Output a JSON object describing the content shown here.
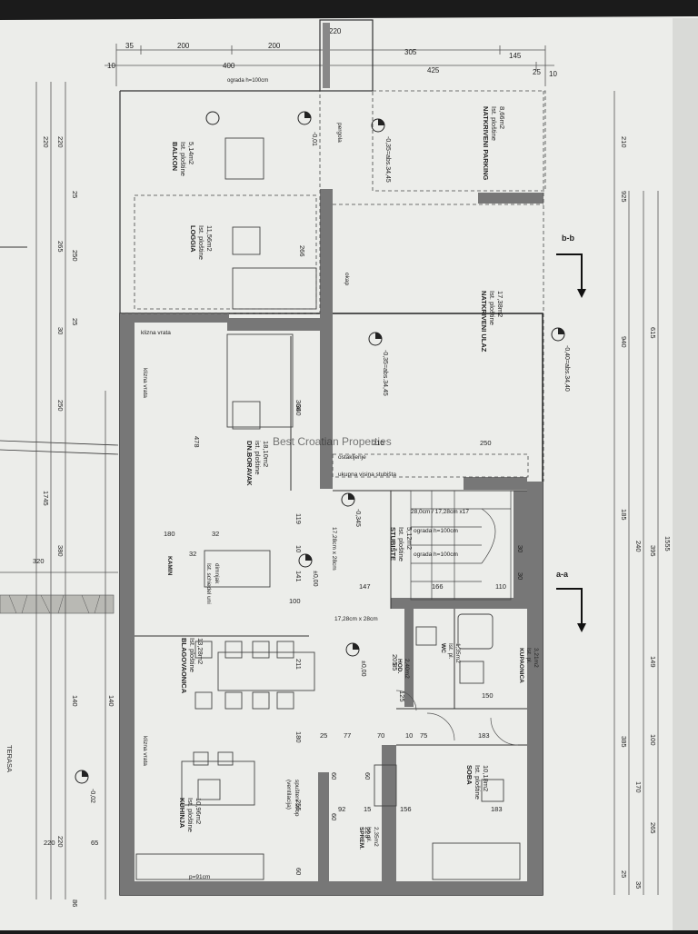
{
  "rooms": {
    "balkon": {
      "name": "BALKON",
      "sub": "Ist. ploštine",
      "area": "5,14m2"
    },
    "loggia": {
      "name": "LOGGIA",
      "sub": "Ist. ploštine",
      "area": "11,56m2"
    },
    "dnevni": {
      "name": "DN.BORAVAK",
      "sub": "ist. ploštine",
      "area": "18,10m2"
    },
    "terrace": {
      "name": "NATKRIVENI PARKING",
      "sub": "Ist. ploštine",
      "area": "8,66m2"
    },
    "ulaz": {
      "name": "NATKRIVENI ULAZ",
      "sub": "Ist. ploštine",
      "area": "17,38m2"
    },
    "blagovaonica": {
      "name": "BLAGOVAONICA",
      "sub": "Ist. ploštine",
      "area": "13,28m2"
    },
    "kuhinja": {
      "name": "KUHINJA",
      "sub": "Ist. ploštine",
      "area": "10,96m2"
    },
    "stubiste": {
      "name": "STUBIŠTE",
      "sub": "Ist. ploštine",
      "area": "5,12m2"
    },
    "wc": {
      "name": "WC",
      "sub": "Ist. pl.",
      "area": "1,35m2"
    },
    "kupaonica": {
      "name": "KUPAONICA",
      "sub": "Ist. pl.",
      "area": "3,21m2"
    },
    "soba": {
      "name": "SOBA",
      "sub": "Ist. ploštine",
      "area": "10,18m2"
    },
    "spremiste": {
      "name": "SPREM.",
      "sub": "Ist. pl.",
      "area": "2,35m2"
    },
    "hodnik": {
      "name": "HOD.",
      "sub": "",
      "area": "2,40m2"
    }
  },
  "labels": {
    "ograda_top": "ograda h=100cm",
    "ograda_stair1": "ograda h=100cm",
    "ograda_stair2": "ograda h=100cm",
    "stair_spec": "17,28cm x 28cm",
    "stair_spec2": "17,28cm x 28cm",
    "stair_rise": "28,0cm / 17,28cm x17",
    "kamin": "KAMIN",
    "dimnjak": "dimnjak",
    "dimnjak_sub": "Ist. schiedel uni",
    "glass_note": "ostakljenje",
    "spusteni_strop": "spušteni strop",
    "spusteni_strop_sub": "(ventilacija)",
    "klizna_vrata1": "klizna vrata",
    "klizna_vrata2": "klizna vrata",
    "klizna_vrata3": "klizna vrata",
    "terasa": "TERASA",
    "p_note": "p=91cm",
    "b_b": "b-b",
    "a_a": "a-a",
    "watermark": "Best Croatian Properties",
    "lvl1": "-0,01",
    "lvl2": "-0,35=abs.34,45",
    "lvl3": "-0,35=abs.34,45",
    "lvl4": "-0,40=abs.34,40",
    "lvl5": "-0,345",
    "lvl6": "±0,00",
    "lvl7": "±0,00",
    "lvl8": "-0,02",
    "pergola": "pergola",
    "okap": "okap",
    "stair_tip": "ukupna visina stubišta"
  },
  "dims": {
    "top1": "35",
    "top2": "200",
    "top3": "200",
    "top4": "220",
    "top5": "305",
    "top6": "145",
    "top7": "10",
    "top8": "400",
    "top9": "425",
    "top10": "25",
    "top11": "10",
    "left1": "220",
    "left2": "220",
    "left3": "25",
    "left4": "265",
    "left5": "250",
    "left6": "25",
    "left7": "30",
    "left8": "250",
    "left9": "1745",
    "left10": "380",
    "left11": "320",
    "left12": "140",
    "left13": "140",
    "left14": "220",
    "left15": "65",
    "left16": "220",
    "left17": "86",
    "right1": "210",
    "right2": "925",
    "right3": "615",
    "right4": "940",
    "right5": "1555",
    "right6": "395",
    "right7": "240",
    "right8": "185",
    "right9": "149",
    "right10": "100",
    "right11": "385",
    "right12": "170",
    "right13": "265",
    "right14": "25",
    "right15": "35",
    "mid1": "210",
    "mid2": "250",
    "mid3": "180",
    "mid4": "32",
    "mid5": "32",
    "mid6": "478",
    "mid7": "119",
    "mid8": "100",
    "mid9": "141",
    "mid10": "147",
    "mid11": "166",
    "mid12": "110",
    "mid13": "211",
    "mid14": "180",
    "mid15": "25",
    "mid16": "77",
    "mid17": "70",
    "mid18": "10",
    "mid19": "75",
    "mid20": "183",
    "mid21": "156",
    "mid22": "183",
    "mid23": "92",
    "mid24": "15",
    "mid25": "60",
    "mid26": "255",
    "mid27": "60",
    "mid28": "60",
    "mid29": "60",
    "mid30": "85",
    "mid31": "125",
    "mid32": "150",
    "mid33": "30",
    "mid34": "30",
    "mid35": "205",
    "mid36": "366",
    "mid37": "228",
    "mid38": "266",
    "mid39": "340",
    "mid40": "10"
  }
}
